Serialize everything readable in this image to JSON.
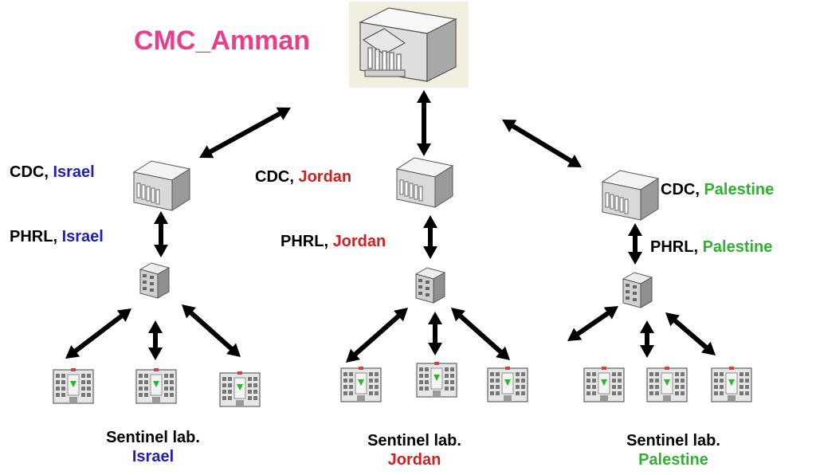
{
  "title": "CMC_Amman",
  "colors": {
    "title": "#e83e8c",
    "israel": "#1f1fb8",
    "jordan": "#d21f1f",
    "palestine": "#2db32d",
    "arrow": "#000000"
  },
  "nodes": {
    "israel": {
      "cdc_prefix": "CDC, ",
      "phrl_prefix": "PHRL, ",
      "country": "Israel"
    },
    "jordan": {
      "cdc_prefix": "CDC, ",
      "phrl_prefix": "PHRL, ",
      "country": "Jordan"
    },
    "palestine": {
      "cdc_prefix": "CDC, ",
      "phrl_prefix": "PHRL, ",
      "country": "Palestine"
    }
  },
  "sentinel": {
    "label": "Sentinel lab.",
    "israel": "Israel",
    "jordan": "Jordan",
    "palestine": "Palestine"
  },
  "icons": {
    "hq": "headquarters-building-icon",
    "cdc": "server-building-icon",
    "phrl": "office-building-icon",
    "lab": "hospital-building-icon"
  }
}
